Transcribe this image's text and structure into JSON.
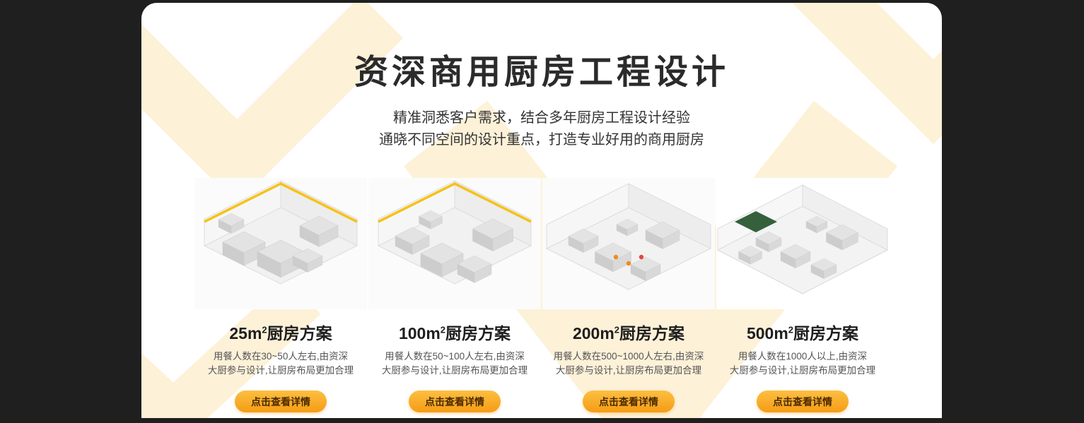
{
  "colors": {
    "dark_background": "#1f1f1f",
    "panel_background": "#ffffff",
    "chevron_cream": "#fdf1d8",
    "accent_orange": "#f6a01d",
    "button_text": "#4a2a00",
    "banner_yellow": "#f6c21a"
  },
  "header": {
    "title": "资深商用厨房工程设计",
    "subtitle_line1": "精准洞悉客户需求，结合多年厨房工程设计经验",
    "subtitle_line2": "通晓不同空间的设计重点，打造专业好用的商用厨房"
  },
  "cards": [
    {
      "title_area": "25m",
      "title_sup": "2",
      "title_suffix": "厨房方案",
      "desc_line1": "用餐人数在30~50人左右,由资深",
      "desc_line2": "大厨参与设计,让厨房布局更加合理",
      "button_label": "点击查看详情"
    },
    {
      "title_area": "100m",
      "title_sup": "2",
      "title_suffix": "厨房方案",
      "desc_line1": "用餐人数在50~100人左右,由资深",
      "desc_line2": "大厨参与设计,让厨房布局更加合理",
      "button_label": "点击查看详情"
    },
    {
      "title_area": "200m",
      "title_sup": "2",
      "title_suffix": "厨房方案",
      "desc_line1": "用餐人数在500~1000人左右,由资深",
      "desc_line2": "大厨参与设计,让厨房布局更加合理",
      "button_label": "点击查看详情"
    },
    {
      "title_area": "500m",
      "title_sup": "2",
      "title_suffix": "厨房方案",
      "desc_line1": "用餐人数在1000人以上,由资深",
      "desc_line2": "大厨参与设计,让厨房布局更加合理",
      "button_label": "点击查看详情"
    }
  ]
}
